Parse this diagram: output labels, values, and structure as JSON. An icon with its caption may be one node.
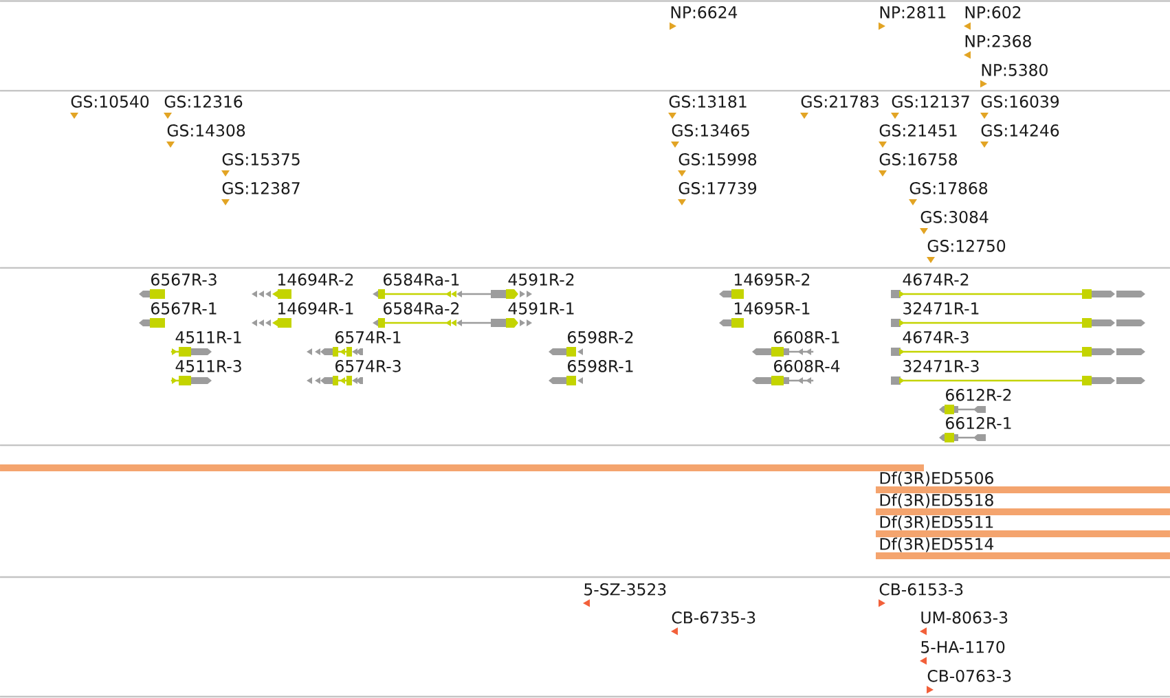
{
  "diagram": {
    "labels": [
      "NP:6624",
      "NP:2811",
      "NP:602",
      "NP:2368",
      "NP:5380",
      "GS:10540",
      "GS:12316",
      "GS:13181",
      "GS:21783",
      "GS:12137",
      "GS:16039",
      "GS:14308",
      "GS:13465",
      "GS:21451",
      "GS:14246",
      "GS:15375",
      "GS:15998",
      "GS:16758",
      "GS:12387",
      "GS:17739",
      "GS:17868",
      "GS:3084",
      "GS:12750",
      "6567R-3",
      "14694R-2",
      "6584Ra-1",
      "4591R-2",
      "14695R-2",
      "4674R-2",
      "6567R-1",
      "14694R-1",
      "6584Ra-2",
      "4591R-1",
      "14695R-1",
      "32471R-1",
      "4511R-1",
      "6574R-1",
      "6598R-2",
      "6608R-1",
      "4674R-3",
      "4511R-3",
      "6574R-3",
      "6598R-1",
      "6608R-4",
      "32471R-3",
      "6612R-2",
      "6612R-1",
      "Df(3R)ED5506",
      "Df(3R)ED5518",
      "Df(3R)ED5511",
      "Df(3R)ED5514",
      "5-SZ-3523",
      "CB-6153-3",
      "CB-6735-3",
      "UM-8063-3",
      "5-HA-1170",
      "CB-0763-3"
    ]
  }
}
